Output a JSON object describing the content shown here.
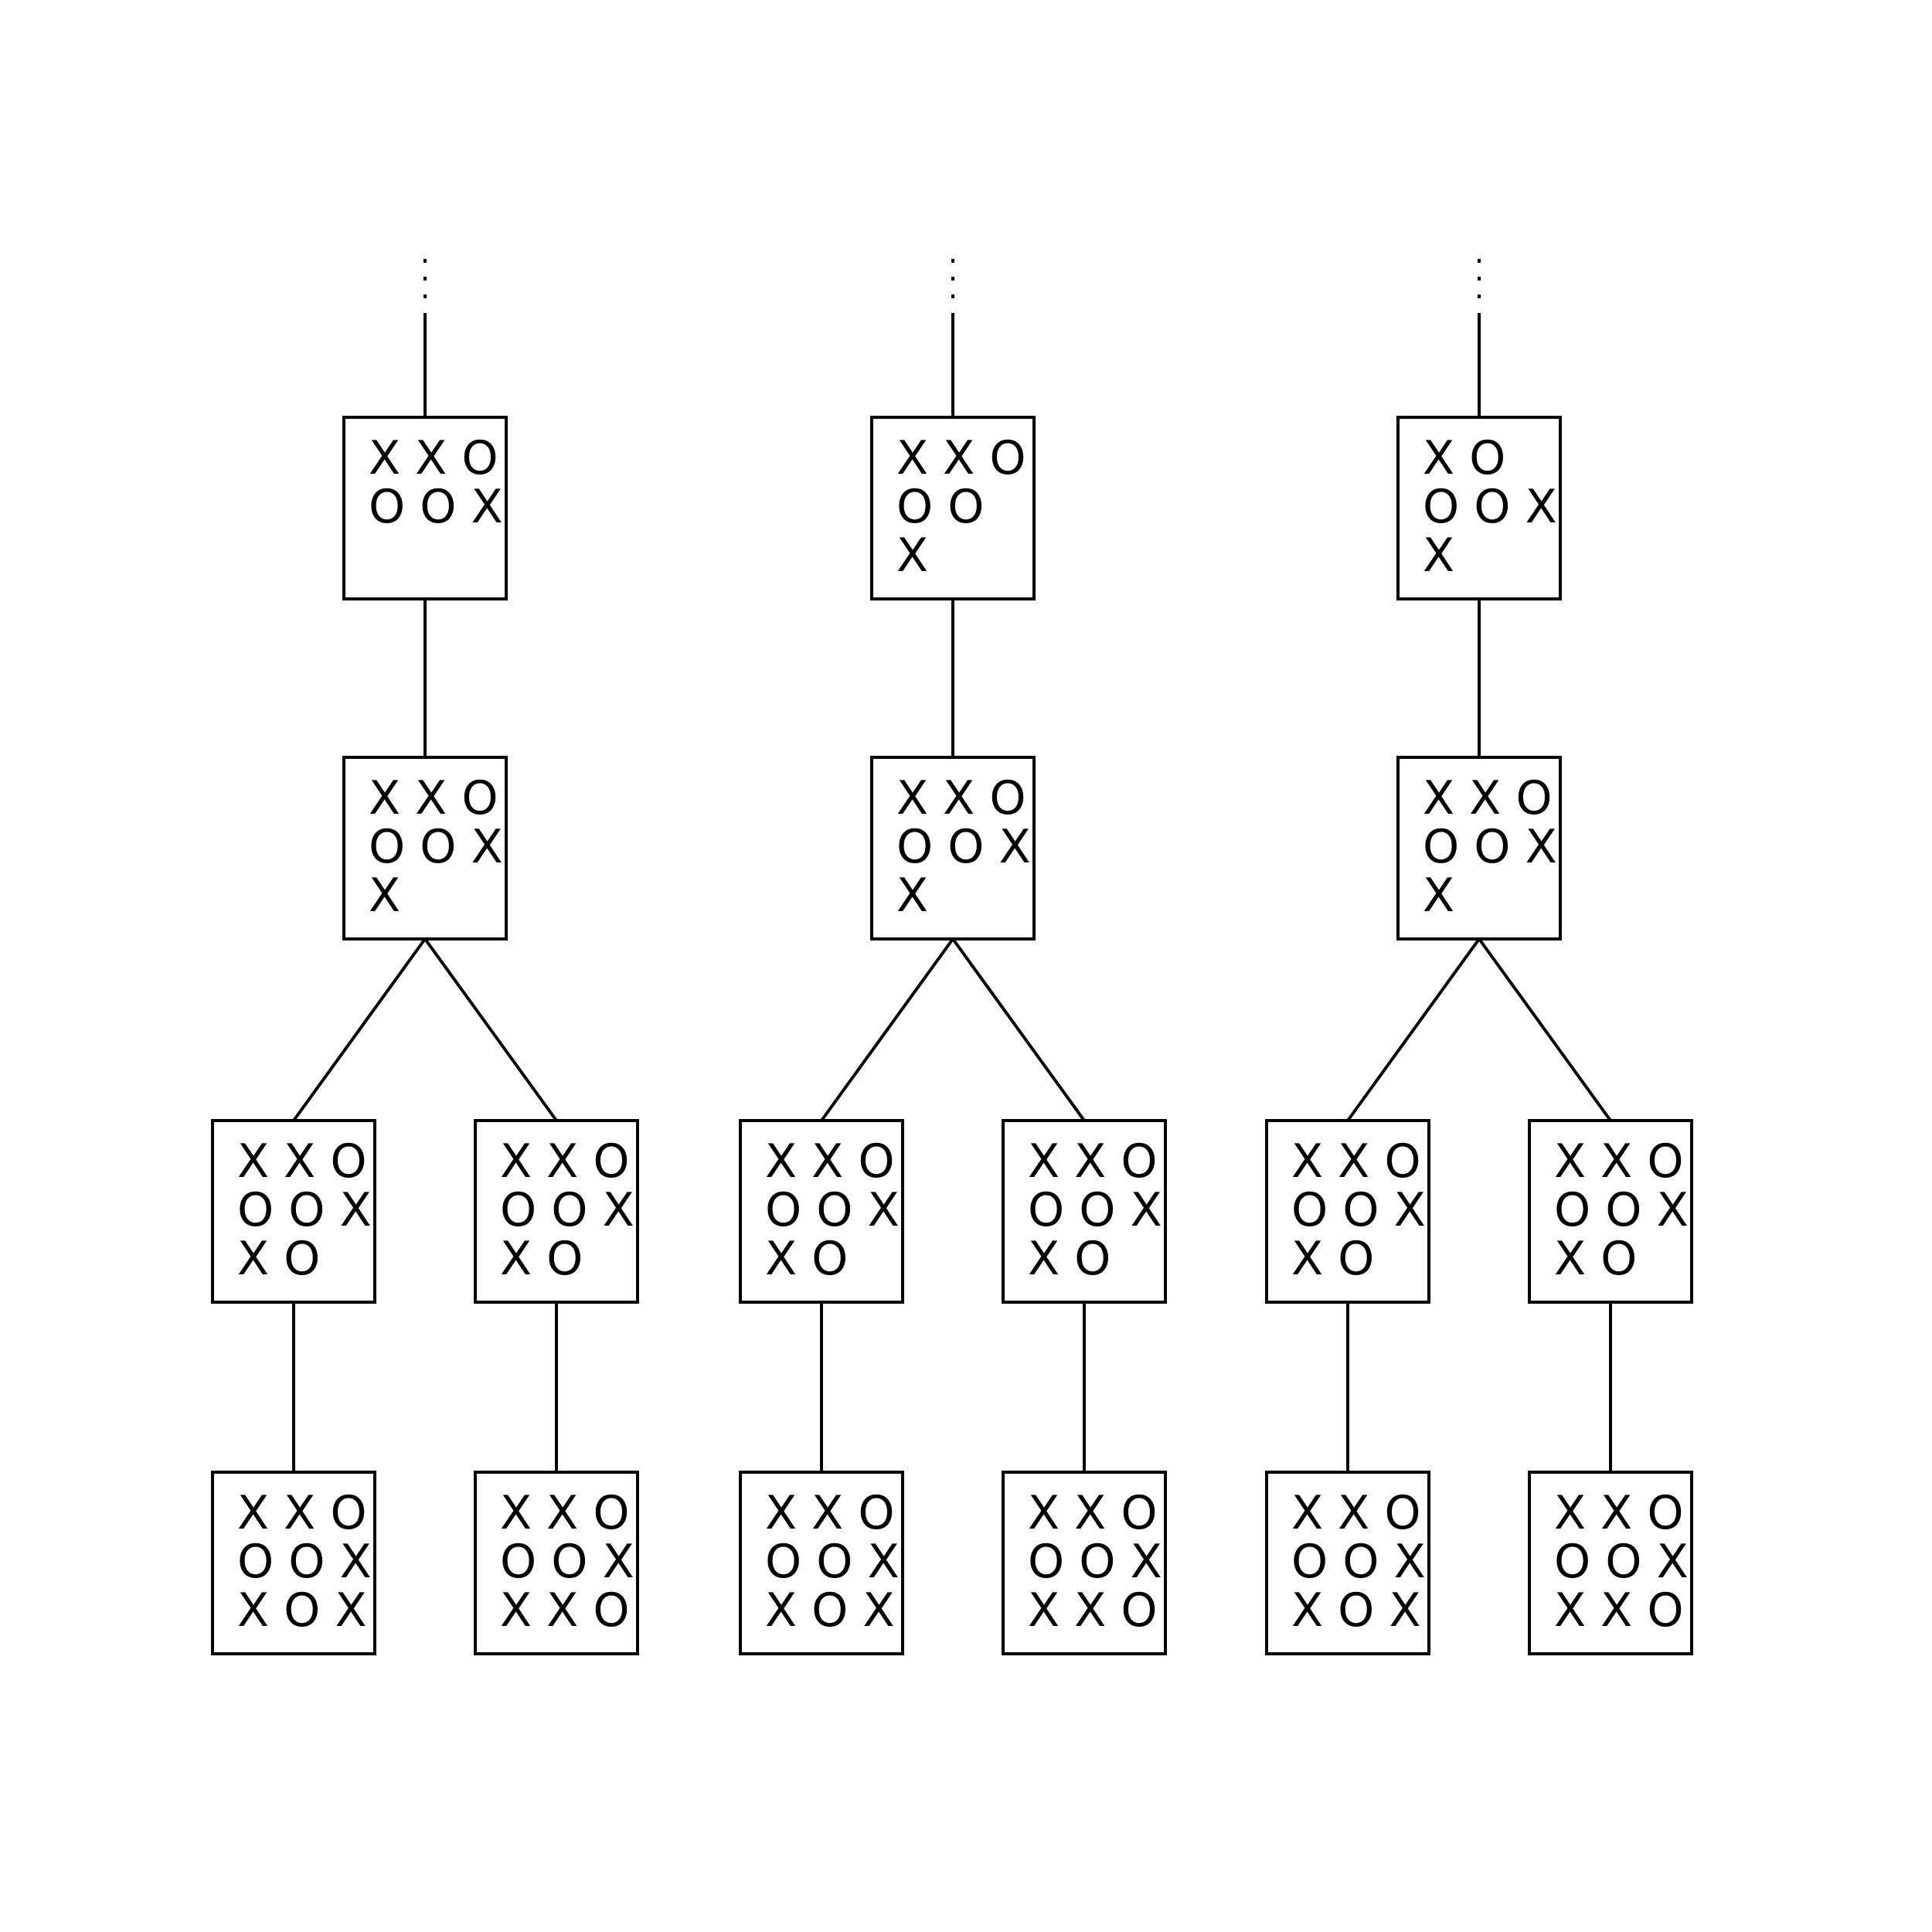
{
  "style": {
    "line_color": "#000000",
    "background": "#ffffff"
  },
  "trees": [
    {
      "root": [
        "X X O",
        "O O X",
        ""
      ],
      "level2": [
        "X X O",
        "O O X",
        "X"
      ],
      "leaves": [
        {
          "board": [
            "X X O",
            "O O X",
            "X O"
          ],
          "final": [
            "X X O",
            "O O X",
            "X O X"
          ]
        },
        {
          "board": [
            "X X O",
            "O O X",
            "X    O"
          ],
          "final": [
            "X X O",
            "O O X",
            "X X O"
          ]
        }
      ]
    },
    {
      "root": [
        "X X O",
        "O O",
        "X"
      ],
      "level2": [
        "X X O",
        "O O X",
        "X"
      ],
      "leaves": [
        {
          "board": [
            "X X O",
            "O O X",
            "X O"
          ],
          "final": [
            "X X O",
            "O O X",
            "X O X"
          ]
        },
        {
          "board": [
            "X X O",
            "O O X",
            "X    O"
          ],
          "final": [
            "X X O",
            "O O X",
            "X X O"
          ]
        }
      ]
    },
    {
      "root": [
        "X    O",
        "O O X",
        "X"
      ],
      "level2": [
        "X X O",
        "O O X",
        "X"
      ],
      "leaves": [
        {
          "board": [
            "X X O",
            "O O X",
            "X O"
          ],
          "final": [
            "X X O",
            "O O X",
            "X O X"
          ]
        },
        {
          "board": [
            "X X O",
            "O O X",
            "X    O"
          ],
          "final": [
            "X X O",
            "O O X",
            "X X O"
          ]
        }
      ]
    }
  ]
}
